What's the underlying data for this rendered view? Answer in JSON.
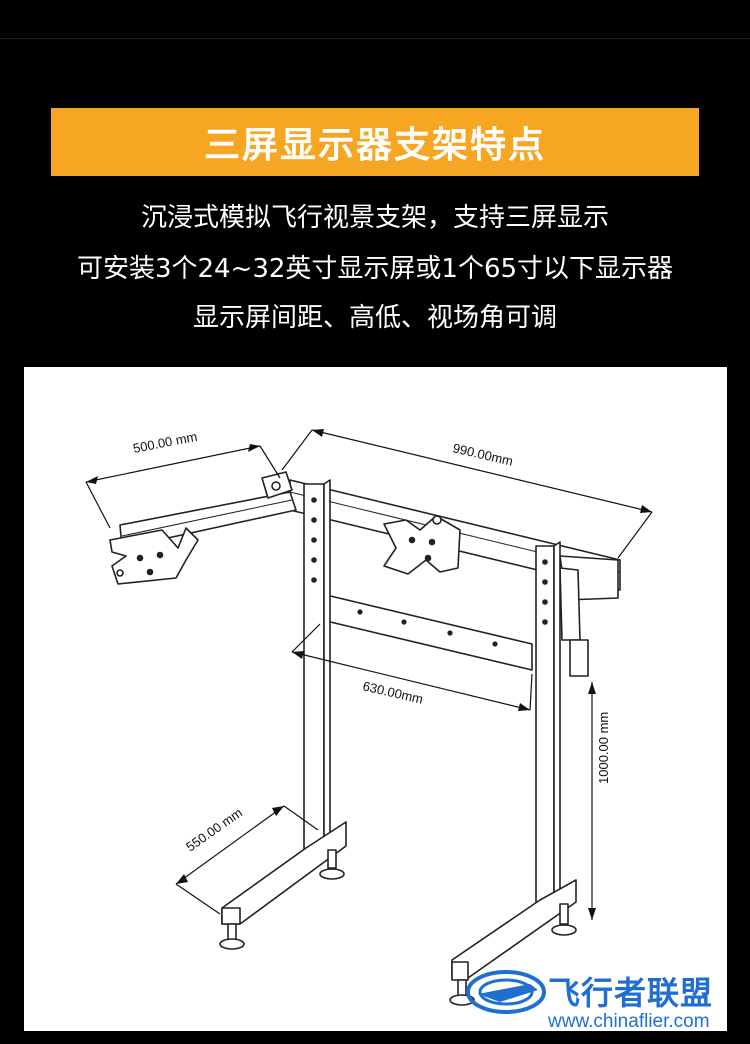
{
  "banner": {
    "title": "三屏显示器支架特点"
  },
  "description": [
    "沉浸式模拟飞行视景支架，支持三屏显示",
    "可安装3个24~32英寸显示屏或1个65寸以下显示器",
    "显示屏间距、高低、视场角可调"
  ],
  "diagram": {
    "dimensions": {
      "arm": "500.00 mm",
      "width": "990.00mm",
      "crossbar": "630.00mm",
      "height": "1000.00 mm",
      "base": "550.00 mm"
    }
  },
  "watermark": {
    "name": "飞行者联盟",
    "url": "www.chinaflier.com"
  },
  "colors": {
    "accent": "#f6a623",
    "background": "#000000",
    "watermark": "#1f6fd1"
  }
}
